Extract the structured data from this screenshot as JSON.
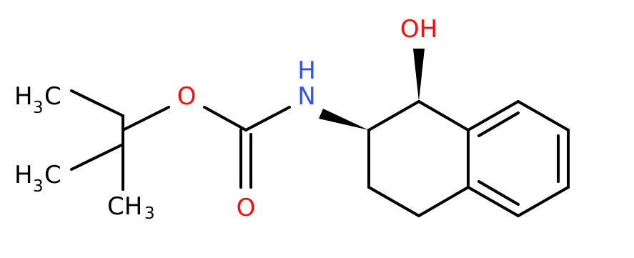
{
  "molecule": {
    "labels": {
      "oxygen_ester": "O",
      "oxygen_carbonyl": "O",
      "nitrogen": "N",
      "nitrogen_h": "H",
      "hydroxyl": "OH",
      "methyl_top_h": "H",
      "methyl_top_3": "3",
      "methyl_top_c": "C",
      "methyl_mid_h": "H",
      "methyl_mid_3": "3",
      "methyl_mid_c": "C",
      "methyl_bot_ch": "CH",
      "methyl_bot_3": "3"
    },
    "colors": {
      "bond": "#000000",
      "oxygen": "#ff0d0d",
      "nitrogen": "#3050f8",
      "carbon_label": "#000000"
    }
  }
}
